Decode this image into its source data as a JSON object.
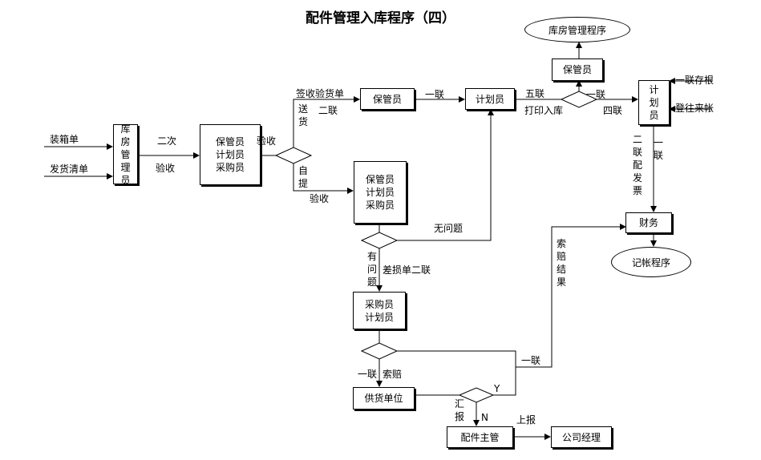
{
  "title": "配件管理入库程序（四）",
  "nodes": {
    "warehouse_manager": "库房管理员",
    "group_a": [
      "保管员",
      "计划员",
      "采购员"
    ],
    "keeper_a": "保管员",
    "planner_a": "计划员",
    "group_b": [
      "保管员",
      "计划员",
      "采购员"
    ],
    "keeper_b": "保管员",
    "warehouse_program": "库房管理程序",
    "planner_b": "计划员",
    "finance": "财务",
    "accounting_program": "记帐程序",
    "group_c": [
      "采购员",
      "计划员"
    ],
    "supplier": "供货单位",
    "parts_manager": "配件主管",
    "company_manager": "公司经理"
  },
  "labels": {
    "packing_list": "装箱单",
    "delivery_list": "发货清单",
    "second_time": "二次",
    "check_accept_1": "验收",
    "check_accept_2": "验收",
    "sign_receipt": "签收验货单",
    "deliver_v": "送货",
    "second_copy_1": "二联",
    "self_pickup_v": "自提",
    "check_accept_3": "验收",
    "first_copy_1": "一联",
    "fifth_copy": "五联",
    "print_stock_in": "打印入库",
    "first_copy_2": "一联",
    "fourth_copy": "四联",
    "stub_first_copy": "一联存根",
    "register_accounts": "登往来帐",
    "second_copy_invoice_v": "二联配发票",
    "first_copy_v": "一联",
    "no_problem": "无问题",
    "has_problem_v": "有问题",
    "loss_form": "差损单二联",
    "claim_result_v": "索赔结果",
    "first_copy_3": "一联",
    "first_copy_4": "一联",
    "claim": "索赔",
    "yes": "Y",
    "no": "N",
    "summary_report_v": "汇报",
    "report_up": "上报"
  }
}
